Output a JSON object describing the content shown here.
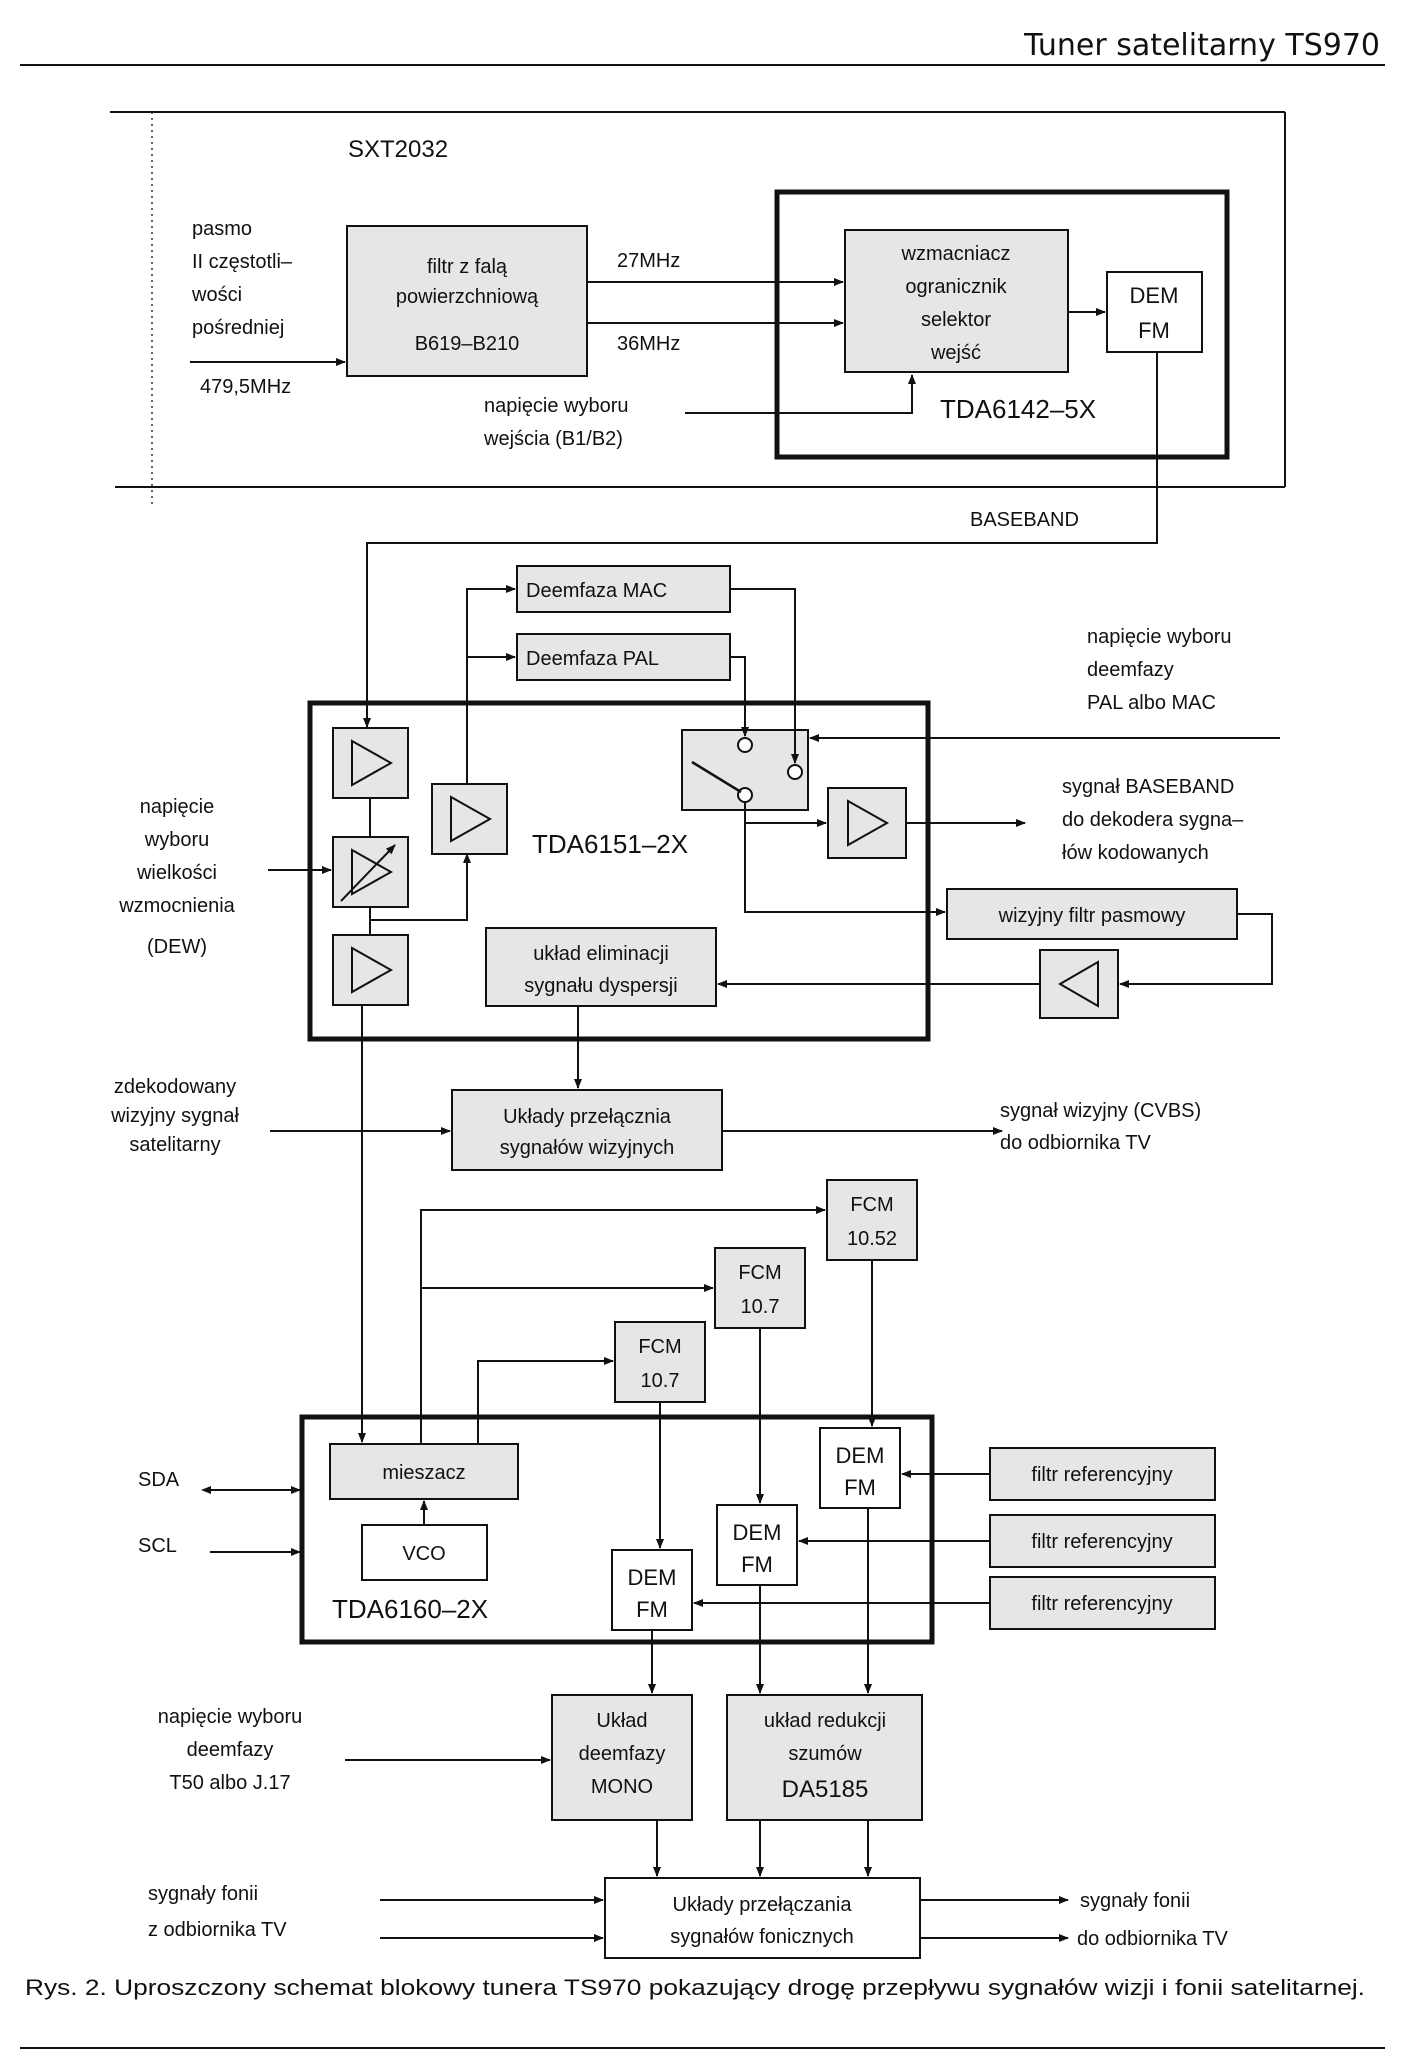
{
  "header": {
    "title": "Tuner satelitarny TS970"
  },
  "labels": {
    "sxt": "SXT2032",
    "pasmo": [
      "pasmo",
      "II   częstotli–",
      "wości",
      "pośredniej"
    ],
    "freq_in": "479,5MHz",
    "filtr": [
      "filtr z falą",
      "powierzchniową",
      "B619–B210"
    ],
    "f27": "27MHz",
    "f36": "36MHz",
    "wzm": [
      "wzmacniacz",
      "ogranicznik",
      "selektor",
      "wejść"
    ],
    "dem_fm": [
      "DEM",
      "FM"
    ],
    "tda6142": "TDA6142–5X",
    "nap_wej": [
      "napięcie wyboru",
      "wejścia (B1/B2)"
    ],
    "baseband": "BASEBAND",
    "deem_mac": "Deemfaza MAC",
    "deem_pal": "Deemfaza PAL",
    "nap_deem": [
      "napięcie wyboru",
      "deemfazy",
      "PAL albo MAC"
    ],
    "tda6151": "TDA6151–2X",
    "syg_base": [
      "sygnał BASEBAND",
      "do dekodera sygna–",
      "łów kodowanych"
    ],
    "nap_dew": [
      "napięcie",
      "wyboru",
      "wielkości",
      "wzmocnienia",
      "(DEW)"
    ],
    "wiz_filtr": "wizyjny filtr pasmowy",
    "ukl_elim": [
      "układ eliminacji",
      "sygnału dyspersji"
    ],
    "zdekod": [
      "zdekodowany",
      "wizyjny sygnał",
      "satelitarny"
    ],
    "ukl_przel_wiz": [
      "Układy przełącznia",
      "sygnałów wizyjnych"
    ],
    "cvbs": [
      "sygnał wizyjny (CVBS)",
      "do odbiornika TV"
    ],
    "fcm1052": [
      "FCM",
      "10.52"
    ],
    "fcm107": [
      "FCM",
      "10.7"
    ],
    "mieszacz": "mieszacz",
    "vco": "VCO",
    "tda6160": "TDA6160–2X",
    "sda": "SDA",
    "scl": "SCL",
    "filtr_ref": "filtr referencyjny",
    "nap_t50": [
      "napięcie wyboru",
      "deemfazy",
      "T50 albo J.17"
    ],
    "ukl_deem_mono": [
      "Układ",
      "deemfazy",
      "MONO"
    ],
    "ukl_red": [
      "układ redukcji",
      "szumów",
      "DA5185"
    ],
    "syg_fonii_in": [
      "sygnały fonii",
      "z odbiornika TV"
    ],
    "ukl_przel_fon": [
      "Układy przełączania",
      "sygnałów fonicznych"
    ],
    "syg_fonii_out": [
      "sygnały fonii",
      "do odbiornika TV"
    ]
  },
  "caption": "Rys. 2. Uproszczony schemat blokowy tunera TS970 pokazujący drogę przepływu sygnałów wizji i fonii satelitarnej."
}
